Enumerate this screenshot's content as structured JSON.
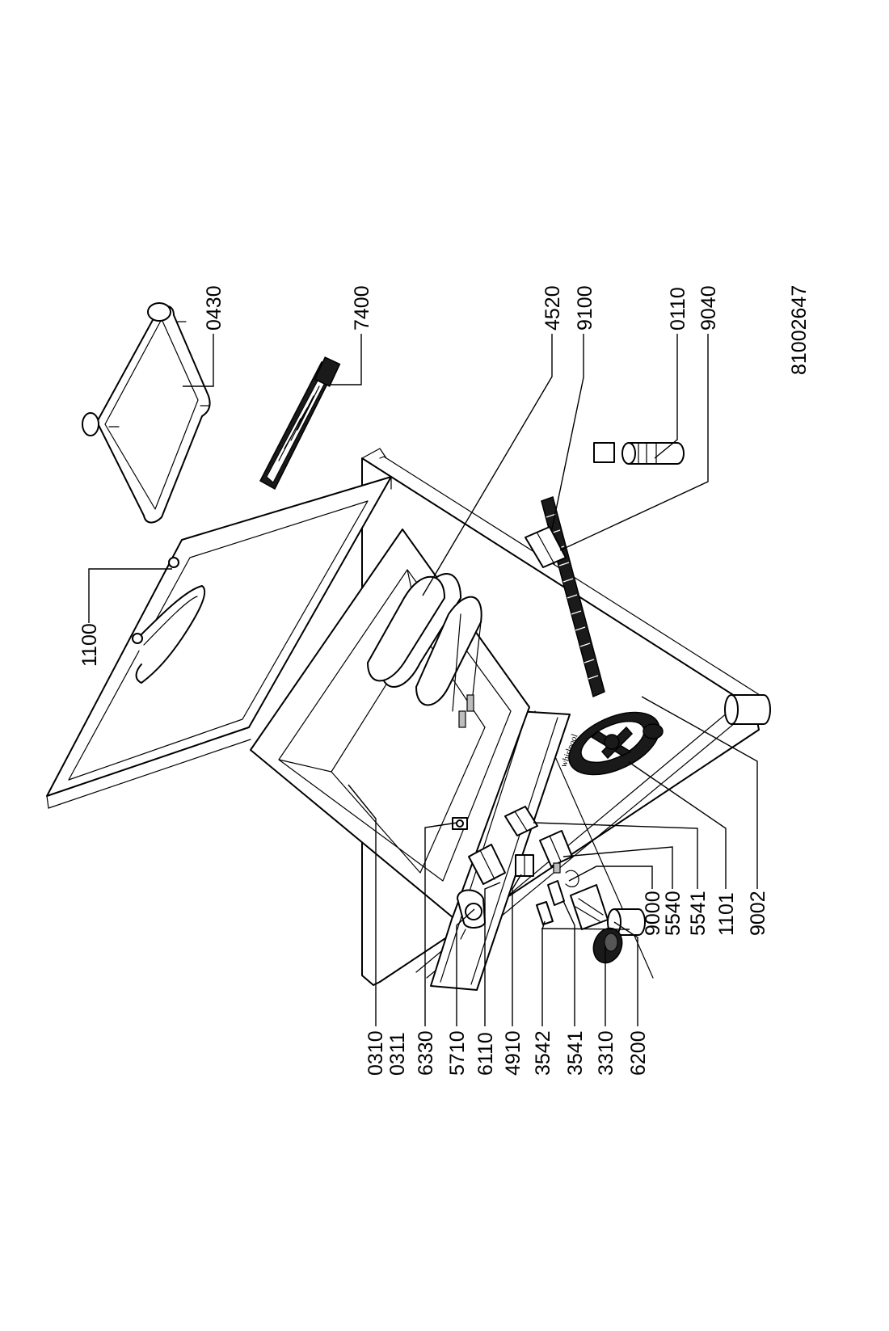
{
  "diagram": {
    "document_number": "81002647",
    "labels": [
      {
        "id": "l0430",
        "text": "0430"
      },
      {
        "id": "l7400",
        "text": "7400"
      },
      {
        "id": "l4520",
        "text": "4520"
      },
      {
        "id": "l9100",
        "text": "9100"
      },
      {
        "id": "l0110",
        "text": "0110"
      },
      {
        "id": "l9040",
        "text": "9040"
      },
      {
        "id": "l1100",
        "text": "1100"
      },
      {
        "id": "l0310",
        "text": "0310"
      },
      {
        "id": "l0311",
        "text": "0311"
      },
      {
        "id": "l6330",
        "text": "6330"
      },
      {
        "id": "l5710",
        "text": "5710"
      },
      {
        "id": "l6110",
        "text": "6110"
      },
      {
        "id": "l4910",
        "text": "4910"
      },
      {
        "id": "l3542",
        "text": "3542"
      },
      {
        "id": "l3541",
        "text": "3541"
      },
      {
        "id": "l3310",
        "text": "3310"
      },
      {
        "id": "l6200",
        "text": "6200"
      },
      {
        "id": "l9000",
        "text": "9000"
      },
      {
        "id": "l5540",
        "text": "5540"
      },
      {
        "id": "l5541",
        "text": "5541"
      },
      {
        "id": "l1101",
        "text": "1101"
      },
      {
        "id": "l9002",
        "text": "9002"
      }
    ]
  }
}
